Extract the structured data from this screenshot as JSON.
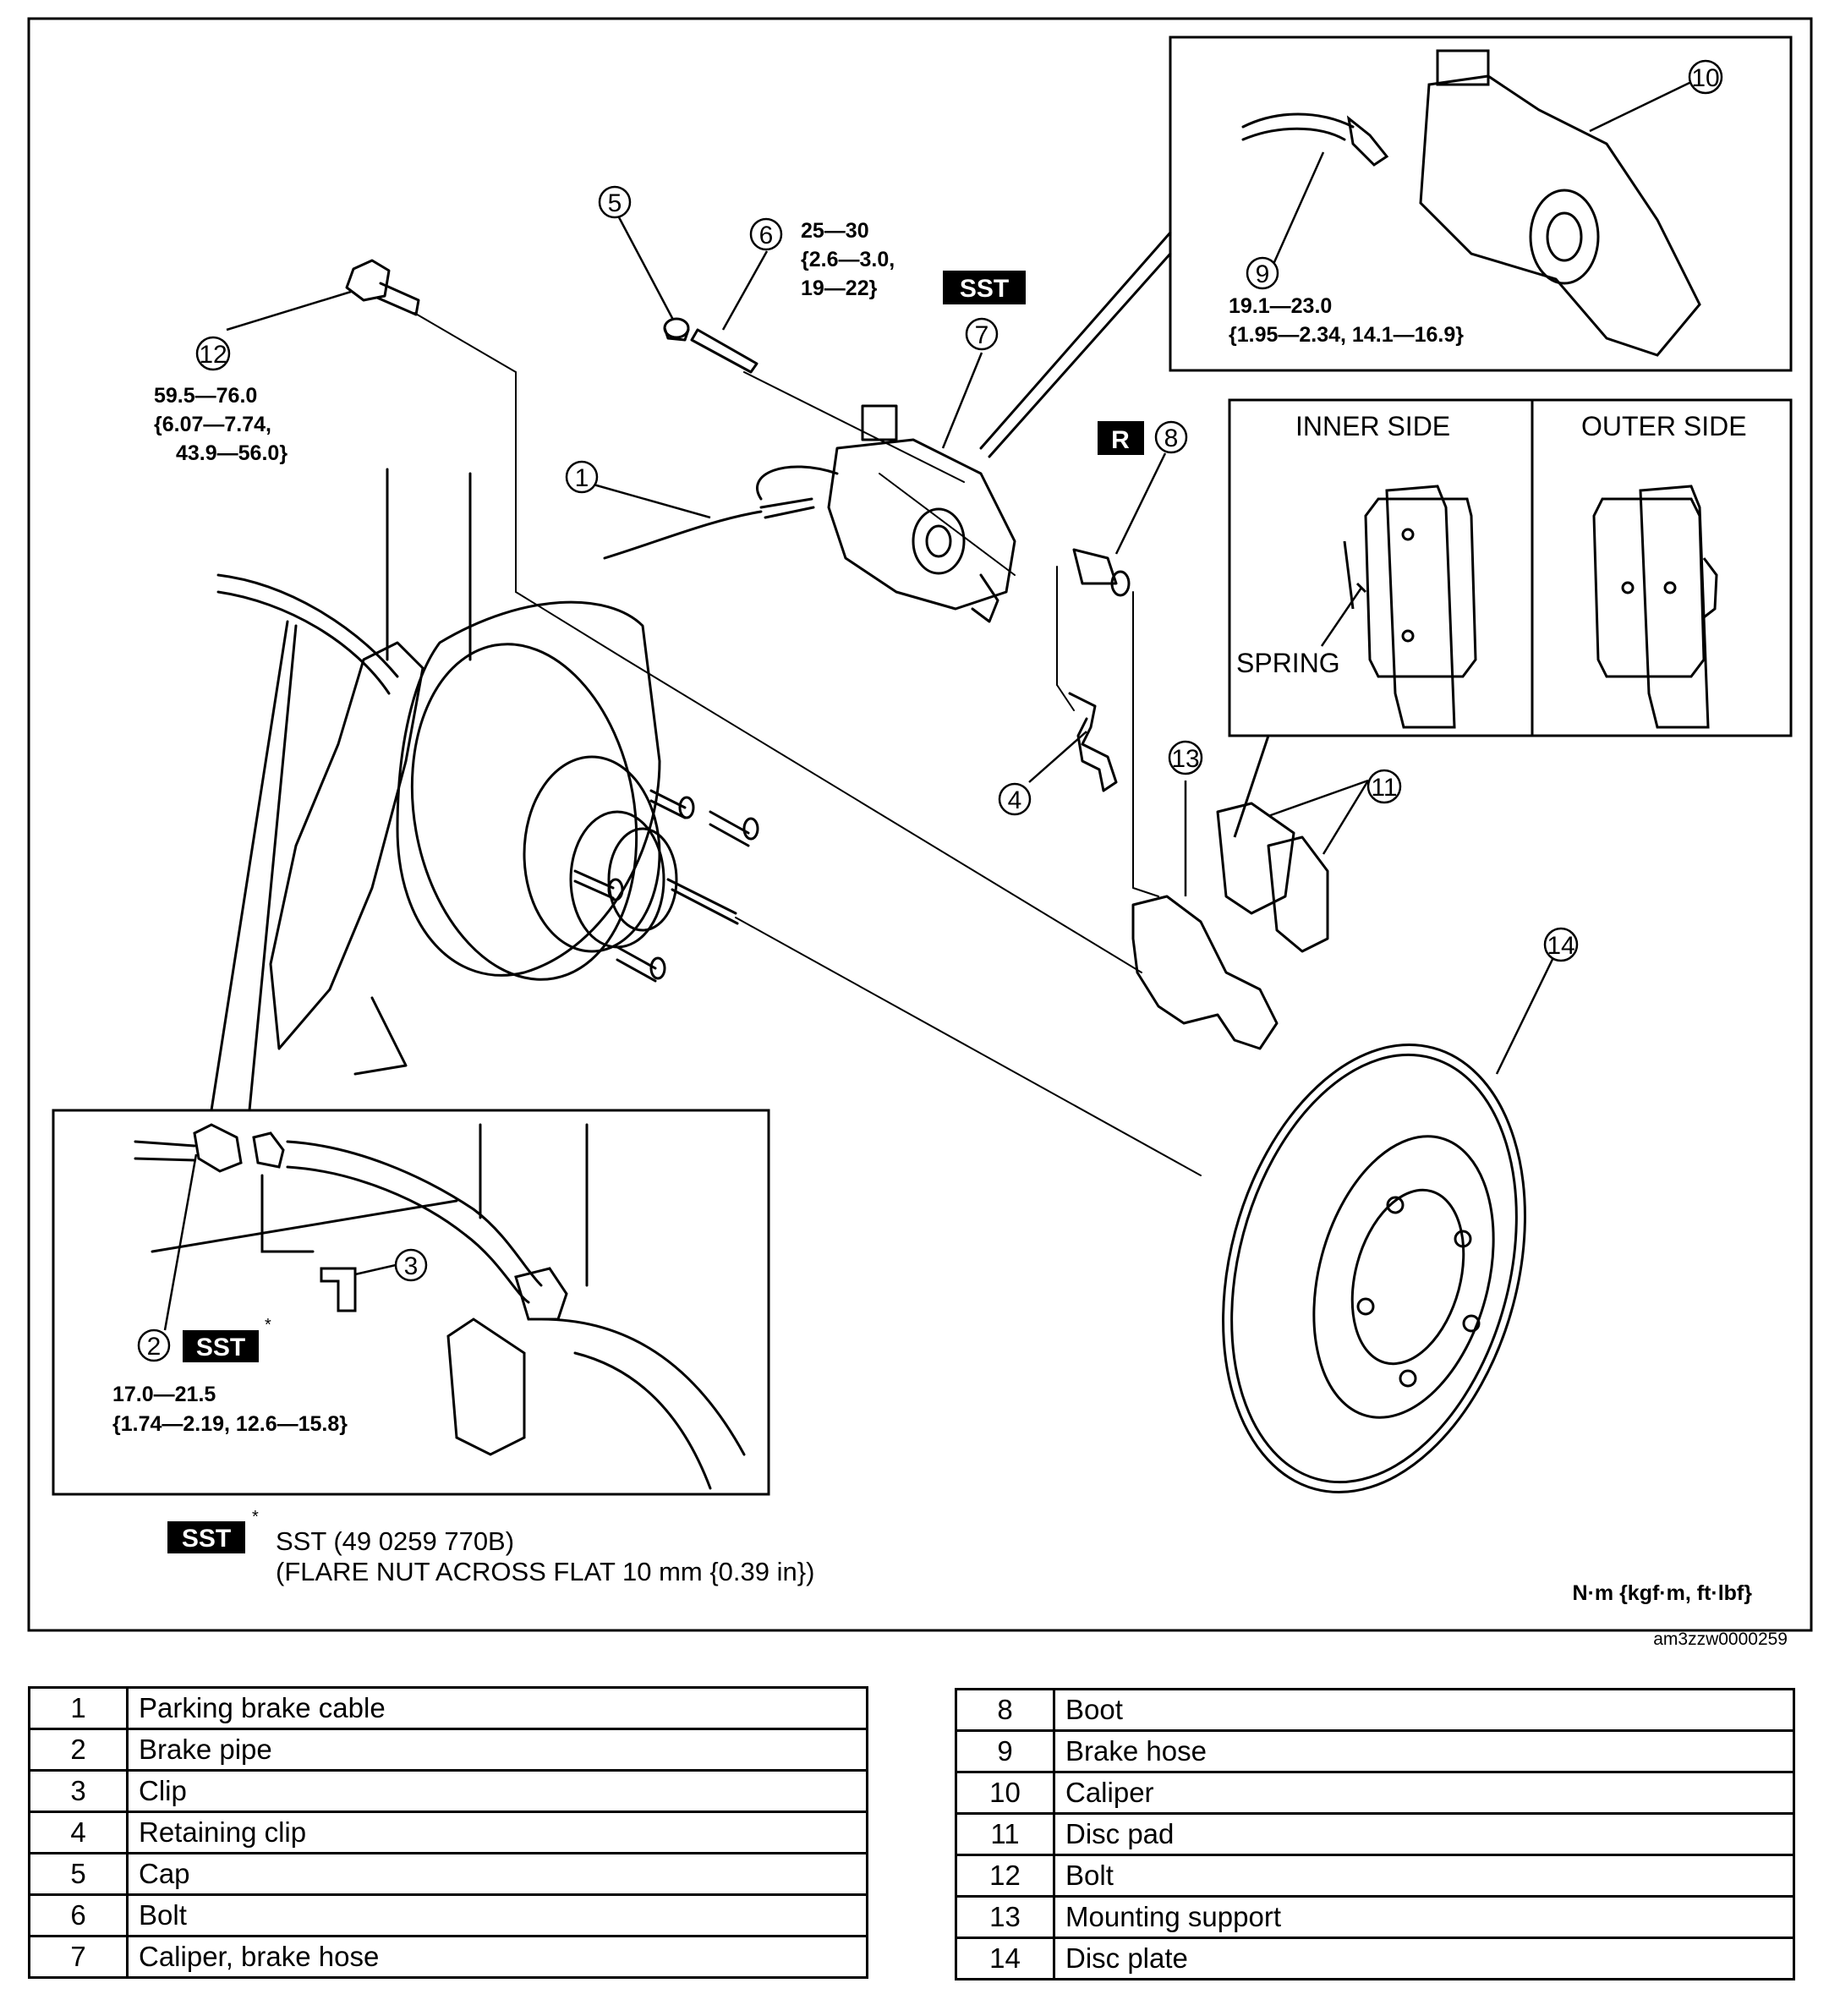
{
  "callouts": {
    "c1": "1",
    "c2": "2",
    "c3": "3",
    "c4": "4",
    "c5": "5",
    "c6": "6",
    "c7": "7",
    "c8": "8",
    "c9": "9",
    "c10": "10",
    "c11": "11",
    "c12": "12",
    "c13": "13",
    "c14": "14"
  },
  "badges": {
    "sst": "SST",
    "r": "R",
    "asterisk": "*"
  },
  "torques": {
    "t6": [
      "25—30",
      "{2.6—3.0,",
      "19—22}"
    ],
    "t12": [
      "59.5—76.0",
      "{6.07—7.74,",
      "43.9—56.0}"
    ],
    "t9": [
      "19.1—23.0",
      "{1.95—2.34, 14.1—16.9}"
    ],
    "t2": [
      "17.0—21.5",
      "{1.74—2.19, 12.6—15.8}"
    ]
  },
  "pad_view": {
    "inner_side": "INNER SIDE",
    "outer_side": "OUTER SIDE",
    "spring": "SPRING"
  },
  "footnote": {
    "line1": "SST (49 0259 770B)",
    "line2": "(FLARE NUT ACROSS FLAT 10 mm {0.39 in})"
  },
  "units": "N·m {kgf·m, ft·lbf}",
  "image_code": "am3zzw0000259",
  "parts_left": [
    {
      "num": "1",
      "name": "Parking brake cable"
    },
    {
      "num": "2",
      "name": "Brake pipe"
    },
    {
      "num": "3",
      "name": "Clip"
    },
    {
      "num": "4",
      "name": "Retaining clip"
    },
    {
      "num": "5",
      "name": "Cap"
    },
    {
      "num": "6",
      "name": "Bolt"
    },
    {
      "num": "7",
      "name": "Caliper, brake hose"
    }
  ],
  "parts_right": [
    {
      "num": "8",
      "name": "Boot"
    },
    {
      "num": "9",
      "name": "Brake hose"
    },
    {
      "num": "10",
      "name": "Caliper"
    },
    {
      "num": "11",
      "name": "Disc pad"
    },
    {
      "num": "12",
      "name": "Bolt"
    },
    {
      "num": "13",
      "name": "Mounting support"
    },
    {
      "num": "14",
      "name": "Disc plate"
    }
  ]
}
